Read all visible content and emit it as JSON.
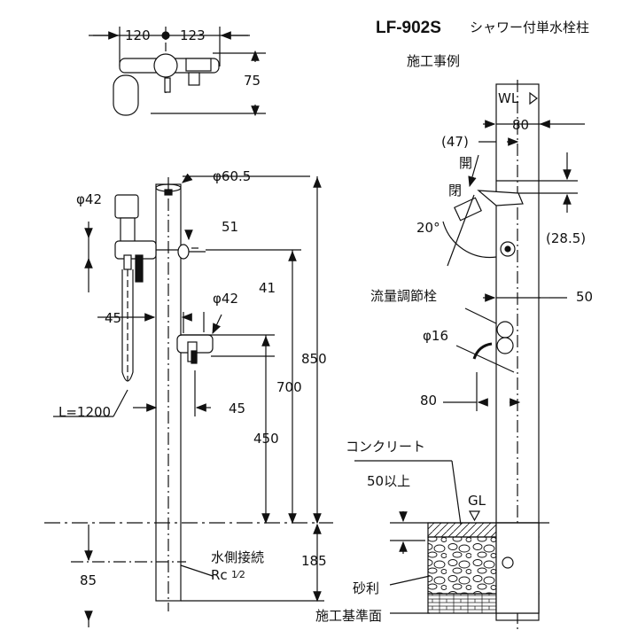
{
  "title": {
    "model": "LF-902S",
    "description": "シャワー付単水栓柱",
    "subtitle": "施工事例"
  },
  "dims": {
    "top_left": "120",
    "top_right": "123",
    "top_height": "75",
    "pipe_dia": "φ60.5",
    "shower_dia": "φ42",
    "handle_offset": "51",
    "faucet_dia": "φ42",
    "faucet_len": "41",
    "offset_45_left": "45",
    "offset_45_right": "45",
    "h850": "850",
    "h700": "700",
    "h450": "450",
    "h185": "185",
    "h85": "85",
    "hose_len": "L=1200",
    "water_conn_1": "水側接続",
    "water_conn_2": "Rc",
    "water_conn_frac": "1⁄2",
    "wl": "WL",
    "w80_top": "80",
    "d47": "(47)",
    "open": "開",
    "close": "閉",
    "angle20": "20°",
    "d28_5": "(28.5)",
    "flow_valve": "流量調節栓",
    "w50": "50",
    "spout_dia": "φ16",
    "w80_bottom": "80",
    "concrete": "コンクリート",
    "min50": "50以上",
    "gl": "GL",
    "gravel": "砂利",
    "base": "施工基準面"
  }
}
